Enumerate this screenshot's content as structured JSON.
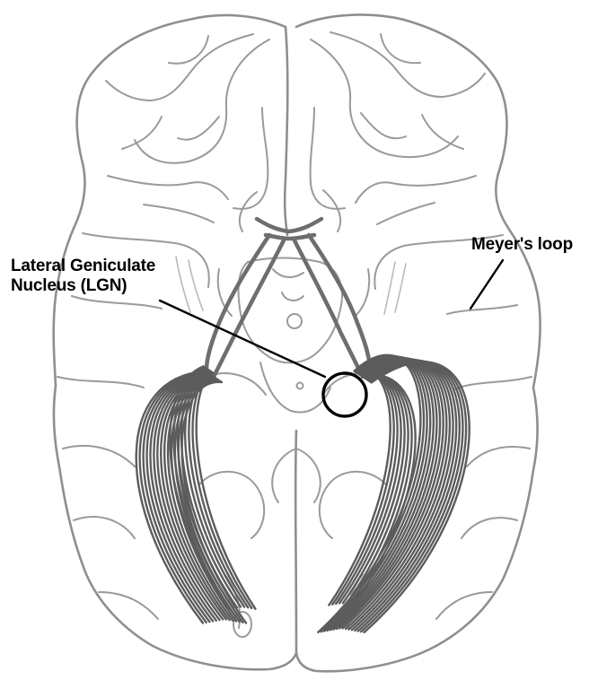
{
  "labels": {
    "lgn_line1": "Lateral Geniculate",
    "lgn_line2": "Nucleus (LGN)",
    "meyers_loop": "Meyer's loop"
  },
  "colors": {
    "background": "#ffffff",
    "outline": "#8f8f8f",
    "fibers": "#5c5c5c",
    "annotation": "#000000"
  }
}
